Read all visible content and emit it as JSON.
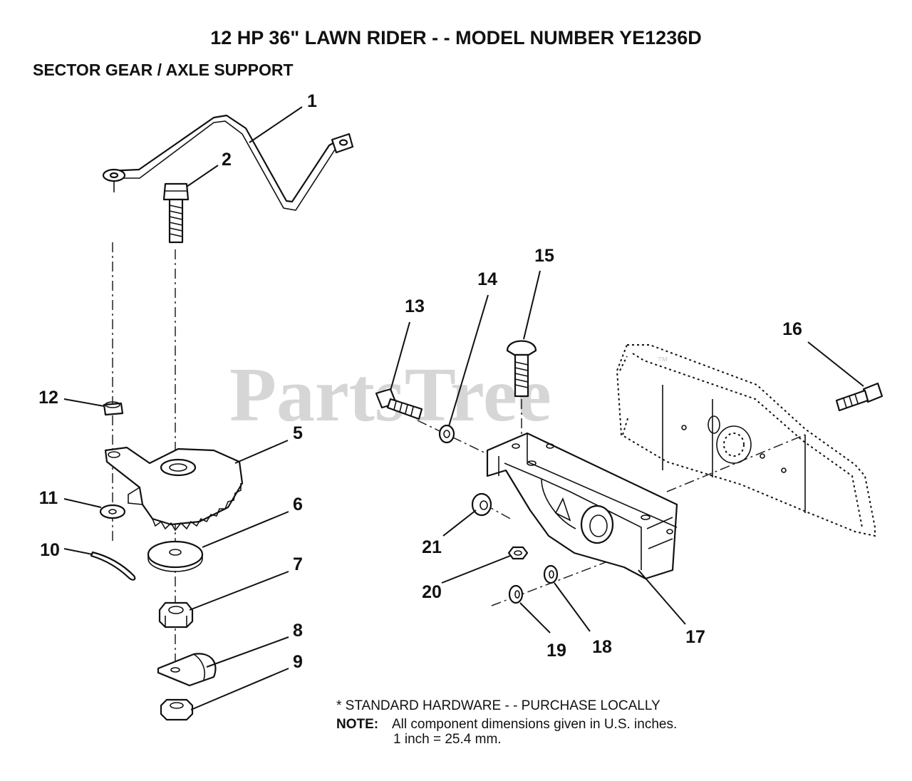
{
  "diagram": {
    "title": "12 HP 36\" LAWN RIDER - - MODEL NUMBER YE1236D",
    "subtitle": "SECTOR GEAR / AXLE SUPPORT",
    "watermark": "PartsTree",
    "watermark_tm": "™",
    "callouts": [
      "1",
      "2",
      "5",
      "6",
      "7",
      "8",
      "9",
      "10",
      "11",
      "12",
      "13",
      "14",
      "15",
      "16",
      "17",
      "18",
      "19",
      "20",
      "21"
    ],
    "notes": {
      "standard_hardware": "* STANDARD HARDWARE  - -  PURCHASE LOCALLY",
      "note_label": "NOTE:",
      "note_text": "All component dimensions given in U.S. inches.",
      "conversion": "1 inch  =  25.4 mm."
    }
  }
}
